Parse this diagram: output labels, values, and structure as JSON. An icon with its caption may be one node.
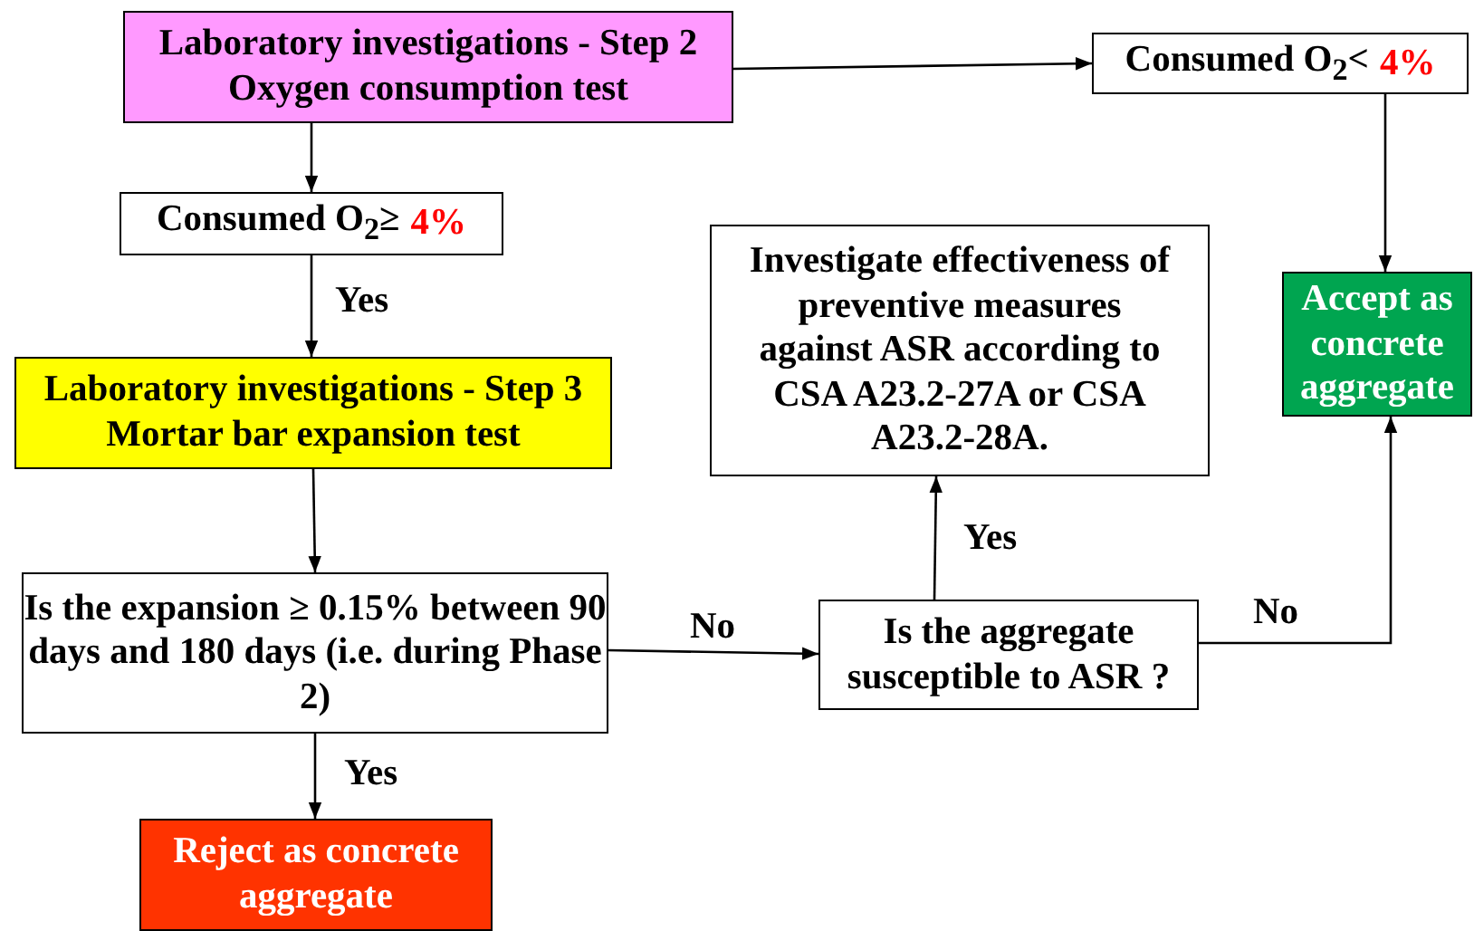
{
  "diagram": {
    "nodes": [
      {
        "text": [
          "Laboratory investigations - Step 2",
          "Oxygen consumption test"
        ]
      },
      {
        "text": [
          "Consumed O$_{2}$≥",
          "4%"
        ]
      },
      {
        "text": [
          "Consumed O$_{2}$<",
          "4%"
        ]
      },
      {
        "text": [
          "Laboratory investigations - Step 3",
          "Mortar bar expansion test"
        ]
      },
      {
        "text": [
          "Investigate effectiveness of preventive measures against ASR according to CSA A23.2-27A or CSA A23.2-28A."
        ]
      },
      {
        "text": [
          "Accept as concrete aggregate"
        ]
      },
      {
        "text": [
          "Is the expansion ≥ 0.15% between 90 days and 180 days (i.e. during Phase 2)"
        ]
      },
      {
        "text": [
          "Is the aggregate susceptible to ASR ?"
        ]
      },
      {
        "text": [
          "Reject as concrete aggregate"
        ]
      }
    ],
    "edges": [
      {
        "from": 0,
        "to": 1,
        "arrow": "to"
      },
      {
        "from": 0,
        "to": 2,
        "arrow": "to"
      },
      {
        "from": 1,
        "to": 3,
        "arrow": "to",
        "label": "Yes"
      },
      {
        "from": 2,
        "to": 5,
        "arrow": "to"
      },
      {
        "from": 3,
        "to": 6,
        "arrow": "to"
      },
      {
        "from": 6,
        "to": 7,
        "arrow": "to",
        "label": "No"
      },
      {
        "from": 7,
        "to": 4,
        "arrow": "to",
        "label": "Yes"
      },
      {
        "from": 7,
        "to": 5,
        "arrow": "to",
        "label": "No"
      },
      {
        "from": 6,
        "to": 8,
        "arrow": "to",
        "label": "Yes"
      }
    ]
  }
}
